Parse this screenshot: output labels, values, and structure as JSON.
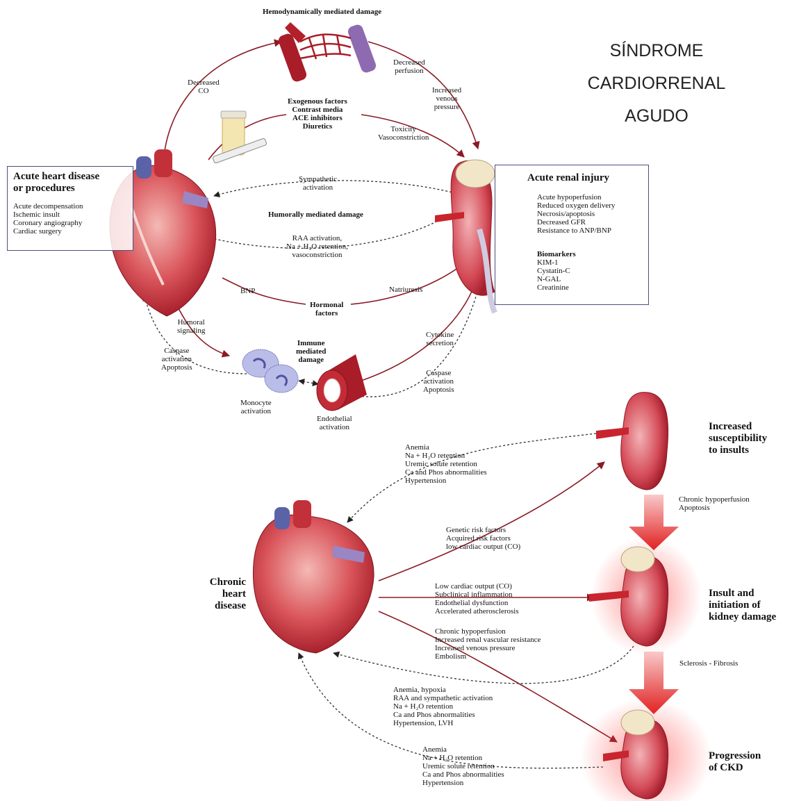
{
  "title": {
    "lines": [
      "SÍNDROME",
      "CARDIORRENAL",
      "AGUDO"
    ]
  },
  "top": {
    "hemodynamic": "Hemodynamically mediated damage",
    "decreased_co": [
      "Decreased",
      "CO"
    ],
    "decreased_perfusion": [
      "Decreased",
      "perfusion"
    ],
    "increased_venous": [
      "Increased",
      "venous",
      "pressure"
    ],
    "exogenous": [
      "Exogenous factors",
      "Contrast media",
      "ACE inhibitors",
      "Diuretics"
    ],
    "toxicity": [
      "Toxicity",
      "Vasoconstriction"
    ],
    "sympathetic": [
      "Sympathetic",
      "activation"
    ],
    "humorally": "Humorally mediated damage",
    "raa": [
      "RAA activation,",
      "Na + H₂O retention,",
      "vasoconstriction"
    ],
    "bnp": "BNP",
    "hormonal": [
      "Hormonal",
      "factors"
    ],
    "natriuresis": "Natriuresis",
    "humoral_signaling": [
      "Humoral",
      "signaling"
    ],
    "caspase_left": [
      "Caspase",
      "activation",
      "Apoptosis"
    ],
    "immune": [
      "Immune",
      "mediated",
      "damage"
    ],
    "cytokine": [
      "Cytokine",
      "secretion"
    ],
    "caspase_right": [
      "Caspase",
      "activation",
      "Apoptosis"
    ],
    "monocyte": [
      "Monocyte",
      "activation"
    ],
    "endothelial": [
      "Endothelial",
      "activation"
    ]
  },
  "heart_box": {
    "title": [
      "Acute heart disease",
      "or procedures"
    ],
    "items": [
      "Acute decompensation",
      "Ischemic insult",
      "Coronary angiography",
      "Cardiac surgery"
    ]
  },
  "renal_box": {
    "title": "Acute renal injury",
    "items": [
      "Acute hypoperfusion",
      "Reduced oxygen delivery",
      "Necrosis/apoptosis",
      "Decreased GFR",
      "Resistance to ANP/BNP"
    ],
    "biomarkers_title": "Biomarkers",
    "biomarkers": [
      "KIM-1",
      "Cystatin-C",
      "N-GAL",
      "Creatinine"
    ]
  },
  "bottom": {
    "chronic_heart": [
      "Chronic",
      "heart",
      "disease"
    ],
    "list1": [
      "Anemia",
      "Na + H₂O retention",
      "Uremic solute retention",
      "Ca and Phos abnormalities",
      "Hypertension"
    ],
    "list2": [
      "Genetic risk factors",
      "Acquired risk factors",
      "low cardiac output (CO)"
    ],
    "list3": [
      "Low cardiac output (CO)",
      "Subclinical inflammation",
      "Endothelial dysfunction",
      "Accelerated atherosclerosis"
    ],
    "list4": [
      "Chronic hypoperfusion",
      "Increased renal vascular resistance",
      "Increased venous pressure",
      "Embolism"
    ],
    "list5": [
      "Anemia, hypoxia",
      "RAA and sympathetic activation",
      "Na + H₂O retention",
      "Ca and Phos abnormalities",
      "Hypertension, LVH"
    ],
    "list6": [
      "Anemia",
      "Na + H₂O retention",
      "Uremic solute retention",
      "Ca and Phos abnormalities",
      "Hypertension"
    ],
    "k1_label": [
      "Increased",
      "susceptibility",
      "to insults"
    ],
    "chronic_hypo": [
      "Chronic hypoperfusion",
      "Apoptosis"
    ],
    "k2_label": [
      "Insult and",
      "initiation of",
      "kidney damage"
    ],
    "sclerosis": "Sclerosis - Fibrosis",
    "k3_label": [
      "Progression",
      "of CKD"
    ]
  },
  "colors": {
    "arrow": "#8b1a24",
    "heart": "#c8323c",
    "kidney": "#b82a3a",
    "box_border": "#4a4f7a",
    "highlight": "#e8323a"
  }
}
